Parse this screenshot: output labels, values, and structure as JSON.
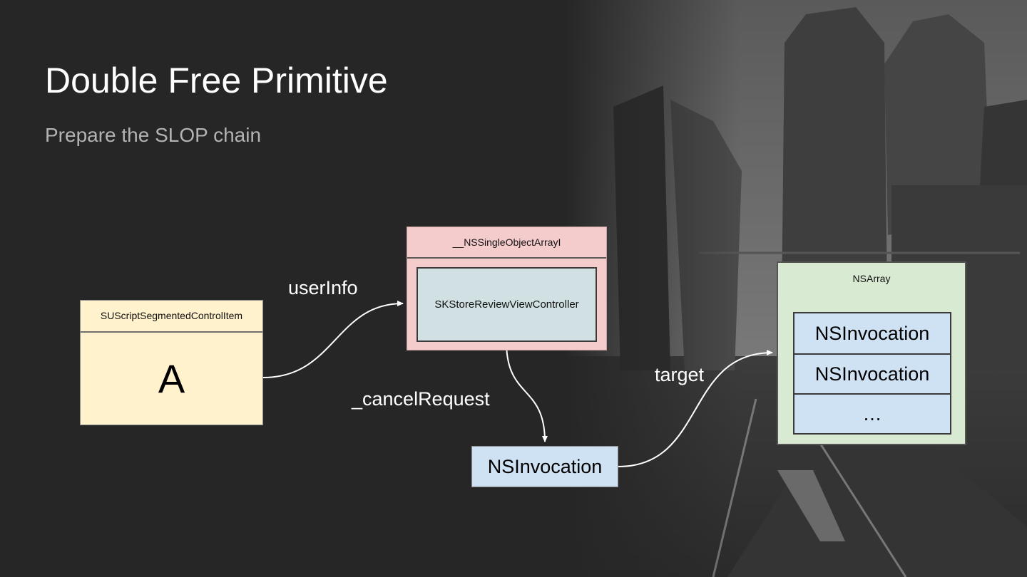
{
  "slide": {
    "title": "Double Free Primitive",
    "subtitle": "Prepare the SLOP chain"
  },
  "nodes": {
    "script_item": {
      "header": "SUScriptSegmentedControlItem",
      "body": "A"
    },
    "single_object_array": {
      "header": "__NSSingleObjectArrayI",
      "inner": "SKStoreReviewViewController"
    },
    "invocation": {
      "label": "NSInvocation"
    },
    "ns_array": {
      "header": "NSArray",
      "items": [
        "NSInvocation",
        "NSInvocation",
        "…"
      ]
    }
  },
  "edges": {
    "user_info": "userInfo",
    "cancel_request": "_cancelRequest",
    "target": "target"
  },
  "colors": {
    "background": "#262626",
    "yellow_box": "#fff2cc",
    "pink_box": "#f4cccc",
    "teal_box": "#d0e0e3",
    "blue_box": "#cfe2f3",
    "green_box": "#d9ead3"
  }
}
